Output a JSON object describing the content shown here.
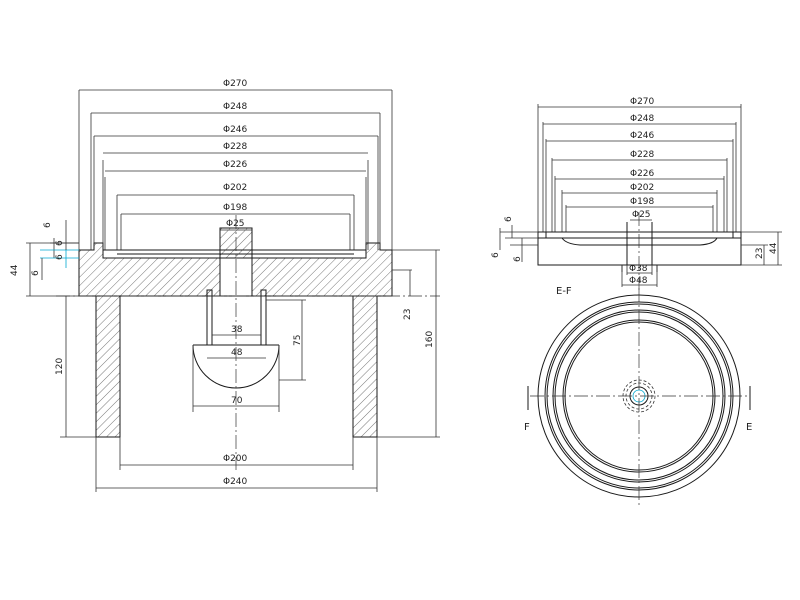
{
  "section_view": {
    "diameters": [
      "Φ270",
      "Φ248",
      "Φ246",
      "Φ228",
      "Φ226",
      "Φ202",
      "Φ198",
      "Φ25"
    ],
    "inner_dims": [
      "38",
      "48",
      "70"
    ],
    "bottom_diameters": [
      "Φ200",
      "Φ240"
    ],
    "left_dims": [
      "6",
      "6",
      "44",
      "6",
      "6"
    ],
    "right_dims": [
      "23",
      "75",
      "160",
      "120"
    ]
  },
  "top_view": {
    "diameters": [
      "Φ270",
      "Φ248",
      "Φ246",
      "Φ228",
      "Φ226",
      "Φ202",
      "Φ198",
      "Φ25"
    ],
    "bottom_diameters": [
      "Φ38",
      "Φ48"
    ],
    "left_dims": [
      "6",
      "6",
      "6"
    ],
    "right_dims": [
      "44",
      "23"
    ]
  },
  "plan_view": {
    "section_label": "E-F",
    "marker_left": "F",
    "marker_right": "E"
  }
}
